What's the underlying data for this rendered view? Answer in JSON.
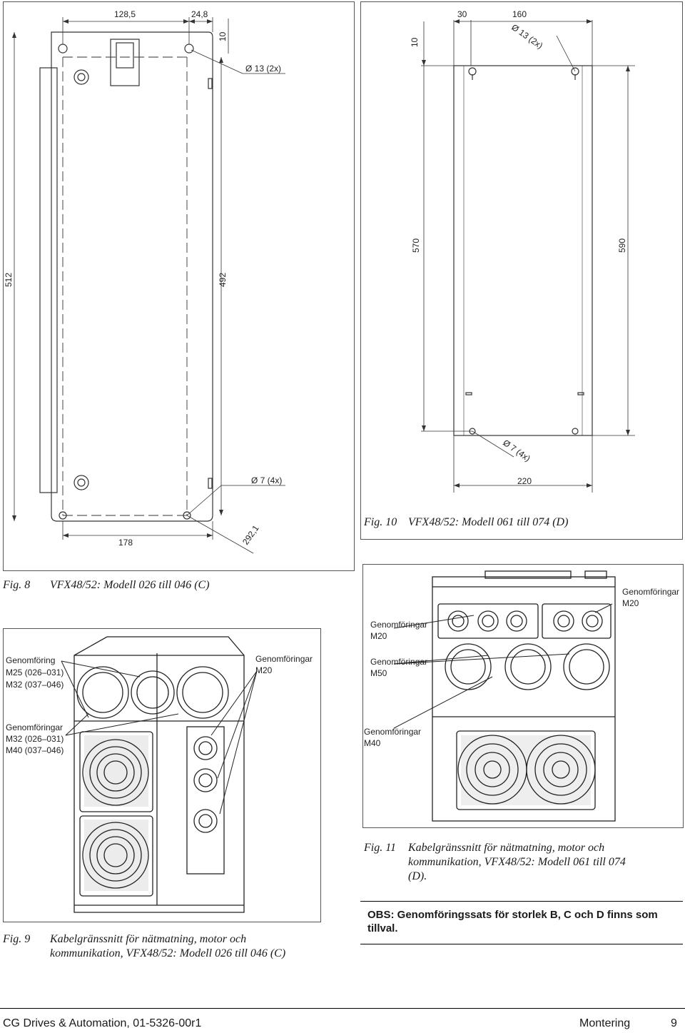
{
  "fig8": {
    "dims": {
      "d128": "128,5",
      "d24": "24,8",
      "d10": "10",
      "d512": "512",
      "d492": "492",
      "d178": "178",
      "d292": "292,1",
      "hole_top": "Ø  13  (2x)",
      "hole_bottom": "Ø  7  (4x)"
    },
    "caption_num": "Fig. 8",
    "caption_text": "VFX48/52: Modell 026 till 046 (C)"
  },
  "fig10": {
    "dims": {
      "d10": "10",
      "d30": "30",
      "d160": "160",
      "d570": "570",
      "d590": "590",
      "d220": "220",
      "hole_top": "Ø  13  (2x)",
      "hole_bottom": "Ø  7 (4x)"
    },
    "caption_num": "Fig. 10",
    "caption_text": "VFX48/52: Modell 061 till 074 (D)"
  },
  "fig9": {
    "labels": {
      "m25_1": "Genomföring",
      "m25_2": "M25 (026–031)",
      "m25_3": "M32 (037–046)",
      "m20_1": "Genomföringar",
      "m20_2": "M20",
      "m32_1": "Genomföringar",
      "m32_2": "M32 (026–031)",
      "m32_3": "M40 (037–046)"
    },
    "caption_num": "Fig. 9",
    "caption_line1": "Kabelgränssnitt för nätmatning, motor och",
    "caption_line2": "kommunikation, VFX48/52: Modell 026 till 046 (C)"
  },
  "fig11": {
    "labels": {
      "m20a_1": "Genomföringar",
      "m20a_2": "M20",
      "m20b_1": "Genomföringar",
      "m20b_2": "M20",
      "m50_1": "Genomföringar",
      "m50_2": "M50",
      "m40_1": "Genomföringar",
      "m40_2": "M40"
    },
    "caption_num": "Fig. 11",
    "caption_line1": "Kabelgränssnitt för nätmatning, motor och",
    "caption_line2": "kommunikation, VFX48/52: Modell 061 till 074",
    "caption_line3": "(D)."
  },
  "obs": "OBS: Genomföringssats för storlek B, C och D finns som tillval.",
  "footer": {
    "left": "CG Drives & Automation, 01-5326-00r1",
    "section": "Montering",
    "page": "9"
  }
}
